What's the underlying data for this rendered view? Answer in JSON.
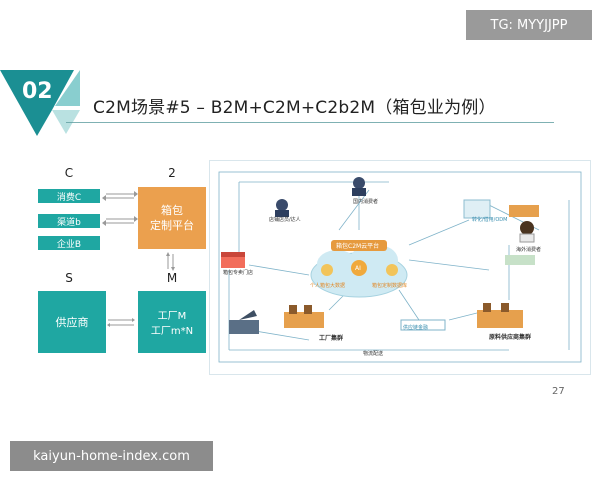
{
  "watermark_top": "TG: MYYJJPP",
  "watermark_bottom": "kaiyun-home-index.com",
  "slide": {
    "number": "02",
    "title": "C2M场景#5 – B2M+C2M+C2b2M（箱包业为例）",
    "page": "27"
  },
  "model": {
    "letters": {
      "c": "C",
      "two": "2",
      "s": "S",
      "m": "M"
    },
    "c_items": [
      "消费C",
      "渠道b",
      "企业B"
    ],
    "platform_line1": "箱包",
    "platform_line2": "定制平台",
    "supplier": "供应商",
    "factory_line1": "工厂M",
    "factory_line2": "工厂m*N"
  },
  "diagram": {
    "center_label": "箱包C2M云平台",
    "ai_label": "AI",
    "left_store": "箱包专卖门店",
    "top_person": "国内消费者",
    "top_left_person": "店铺店员/达人",
    "right_top": "转化/借用/ODM",
    "right_person": "海外消费者",
    "factory_cluster": "工厂集群",
    "supplier_cluster": "原料供应商集群",
    "supply_chain": "供应链金融",
    "bottom_note": "物流配送",
    "cloud_left": "个人箱包大数据",
    "cloud_right": "箱包定制数据库"
  }
}
